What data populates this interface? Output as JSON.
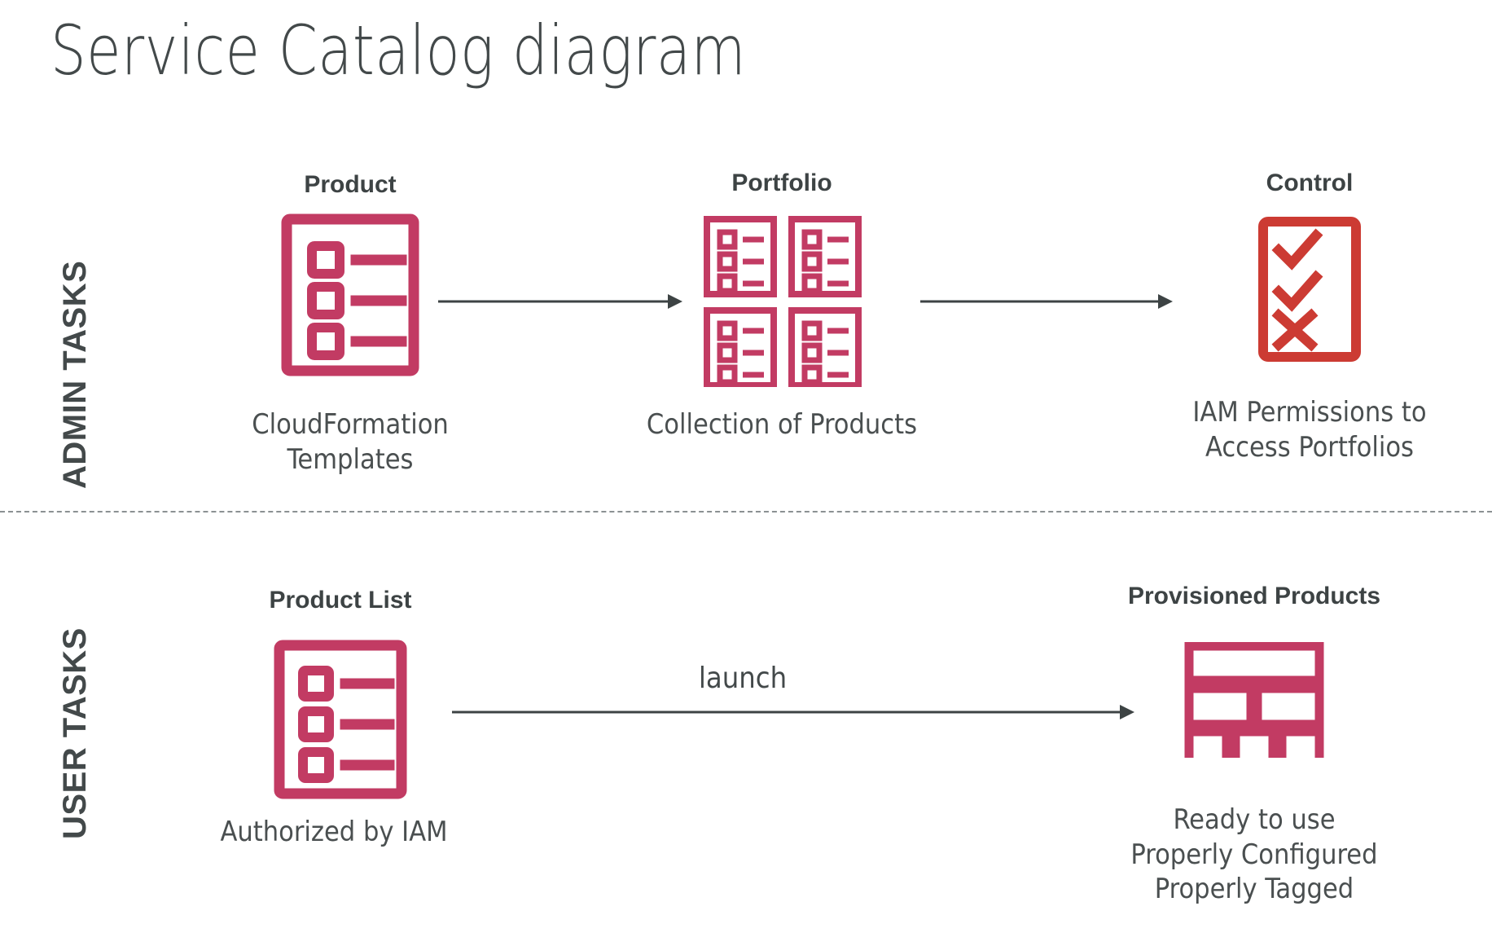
{
  "title": "Service Catalog diagram",
  "colors": {
    "crimson": "#C23B63",
    "red": "#CC3B33",
    "text_dark": "#43494a",
    "arrow": "#3d4344",
    "divider": "#8b9193",
    "background": "#ffffff"
  },
  "bands": [
    {
      "id": "admin",
      "label": "ADMIN TASKS"
    },
    {
      "id": "user",
      "label": "USER TASKS"
    }
  ],
  "divider": {
    "style": "dashed"
  },
  "admin_row": {
    "nodes": [
      {
        "heading": "Product",
        "icon": "product-list-document-icon",
        "caption": "CloudFormation\nTemplates"
      },
      {
        "heading": "Portfolio",
        "icon": "portfolio-grid-icon",
        "caption": "Collection of Products"
      },
      {
        "heading": "Control",
        "icon": "control-checklist-icon",
        "caption": "IAM Permissions to\nAccess Portfolios"
      }
    ],
    "arrows": [
      {
        "name": "arrow-product-to-portfolio",
        "label": ""
      },
      {
        "name": "arrow-portfolio-to-control",
        "label": ""
      }
    ]
  },
  "user_row": {
    "nodes": [
      {
        "heading": "Product List",
        "icon": "product-list-document-icon",
        "caption": "Authorized by IAM"
      },
      {
        "heading": "Provisioned Products",
        "icon": "provisioned-products-blocks-icon",
        "caption": "Ready to use\nProperly Configured\nProperly Tagged"
      }
    ],
    "arrows": [
      {
        "name": "arrow-launch",
        "label": "launch"
      }
    ]
  }
}
